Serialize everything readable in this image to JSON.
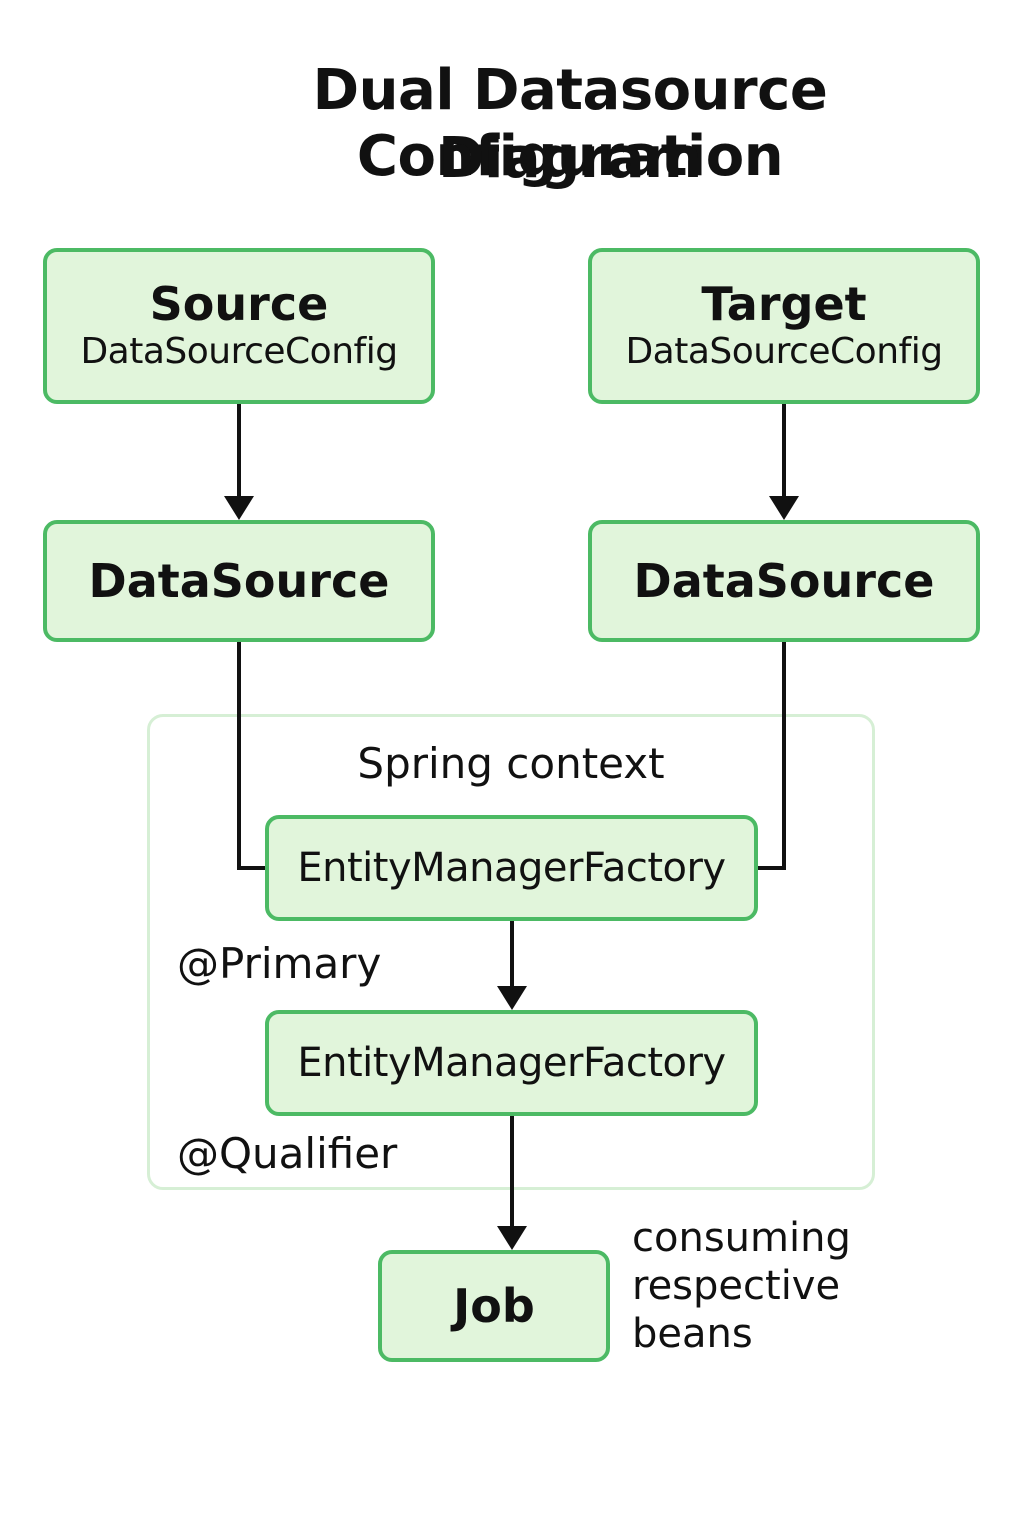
{
  "title": {
    "line1": "Dual Datasource Configuration",
    "line2": "Diagram"
  },
  "nodes": {
    "source_config": {
      "title": "Source",
      "subtitle": "DataSourceConfig"
    },
    "target_config": {
      "title": "Target",
      "subtitle": "DataSourceConfig"
    },
    "source_datasource": {
      "label": "DataSource"
    },
    "target_datasource": {
      "label": "DataSource"
    },
    "primary_emf": {
      "label": "EntityManagerFactory"
    },
    "qualifier_emf": {
      "label": "EntityManagerFactory"
    },
    "job": {
      "label": "Job"
    }
  },
  "context": {
    "label": "Spring context",
    "primary_annotation": "@Primary",
    "qualifier_annotation": "@Qualifier"
  },
  "job_note": {
    "line1": "consuming",
    "line2": "respective",
    "line3": "beans"
  },
  "colors": {
    "box_fill": "#e1f5db",
    "box_border": "#4cba64",
    "context_border": "#d6efd5",
    "connector": "#111111"
  }
}
